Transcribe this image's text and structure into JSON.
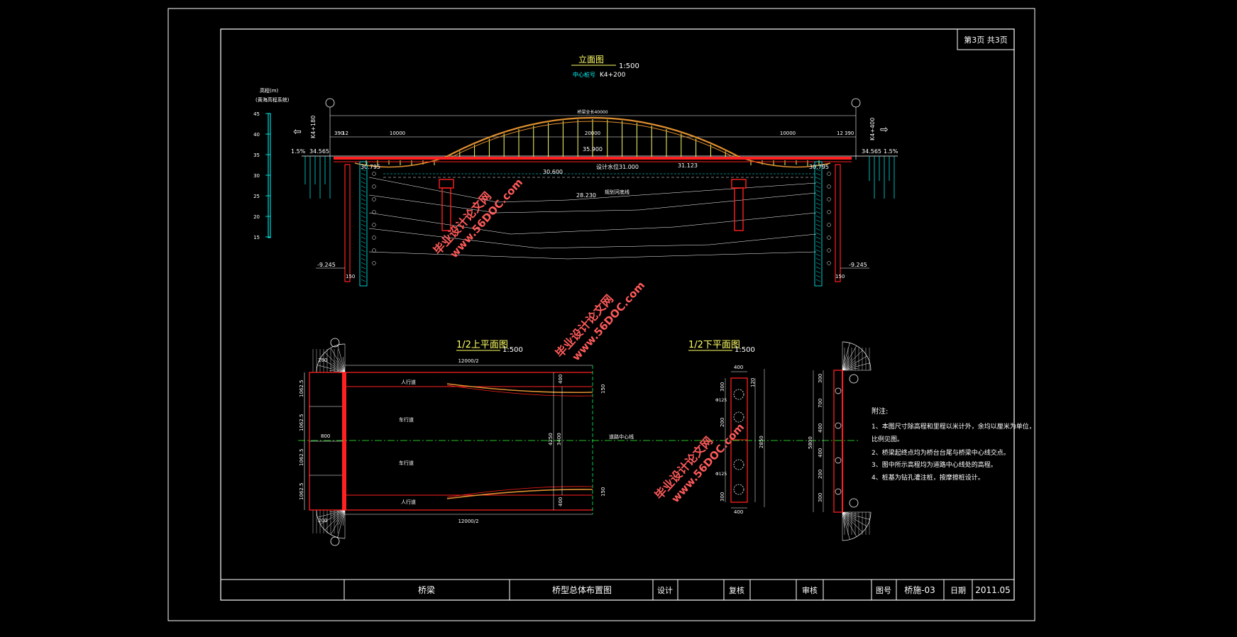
{
  "sheet": {
    "label": "第3页 共3页"
  },
  "elevation": {
    "title": "立面图",
    "scale": "1:500",
    "subtitle_label": "中心桩号",
    "station": "K4+200",
    "level_title": "高程(m)",
    "level_subtitle": "(黄海高程系统)",
    "levels": [
      "45",
      "40",
      "35",
      "30",
      "25",
      "20",
      "15"
    ],
    "total_length": "桥梁全长40000",
    "span_left": "10000",
    "span_mid": "20000",
    "span_right": "10000",
    "dim_390_l": "390",
    "dim_12_l": "12",
    "dim_12_r": "12",
    "dim_390_r": "390",
    "station_left": "K4+180",
    "station_right": "K4+400",
    "grade_left": "1.5%",
    "grade_right": "1.5%",
    "elev_abut_l": "34.565",
    "elev_abut_r": "34.565",
    "elev_deck": "35.900",
    "elev_pile_l": "30.795",
    "elev_pile_r": "30.795",
    "elev_water_l": "30.600",
    "elev_design_water": "设计水位31.000",
    "elev_water_r": "31.123",
    "elev_bottom": "28.230",
    "river_bed": "规划河底线",
    "elev_tip_l": "-9.245",
    "elev_tip_r": "-9.245",
    "pile_dim": "150"
  },
  "plan": {
    "title": "1/2上平面图",
    "scale": "1:500",
    "half_len_top": "12000/2",
    "half_len_bottom": "12000/2",
    "lane_walk_top": "人行道",
    "lane_car_top": "车行道",
    "lane_car_bottom": "车行道",
    "lane_walk_bottom": "人行道",
    "dim_left": [
      "1062.5",
      "1062.5",
      "1062.5",
      "1062.5"
    ],
    "dim_800": "800",
    "dim_4250": "4250",
    "dim_3400": "3400",
    "dim_400_top": "400",
    "dim_400_bottom": "400",
    "dim_150_top": "150",
    "dim_150_bottom": "150",
    "center_label": "道路中心线",
    "dim_200_t": "200",
    "dim_200_b": "200"
  },
  "under": {
    "title": "1/2下平面图",
    "scale": "1:500",
    "dim_400_top": "400",
    "dim_400_bottom": "400",
    "dim_300_a": "300",
    "dim_300_b": "300",
    "dim_200": "200",
    "dim_120": "120",
    "dim_total": "2850",
    "dia_a": "Φ125",
    "dia_b": "Φ125",
    "side": [
      "300",
      "700",
      "400",
      "400",
      "200",
      "300"
    ],
    "side_total": "5800"
  },
  "notes": {
    "title": "附注:",
    "items": [
      "1、本图尺寸除高程和里程以米计外，余均以厘米为单位，",
      "比例见图。",
      "2、桥梁起终点均为桥台台尾与桥梁中心线交点。",
      "3、图中所示高程均为道路中心线处的高程。",
      "4、桩基为钻孔灌注桩，按摩擦桩设计。"
    ]
  },
  "watermarks": [
    "毕业设计论文网",
    "www.56DOC.com"
  ],
  "title_block": {
    "project": "桥梁",
    "drawing": "桥型总体布置图",
    "design": "设计",
    "check": "复核",
    "review": "审核",
    "no_label": "图号",
    "no_value": "桥施-03",
    "date_label": "日期",
    "date_value": "2011.05"
  },
  "colors": {
    "bg": "#000000",
    "frame": "#ffffff",
    "red": "#ff2020",
    "yellow": "#ffff66",
    "green": "#33ff33",
    "cyan": "#00ffff",
    "orange": "#e09030",
    "watermark": "#ff5a5a"
  }
}
